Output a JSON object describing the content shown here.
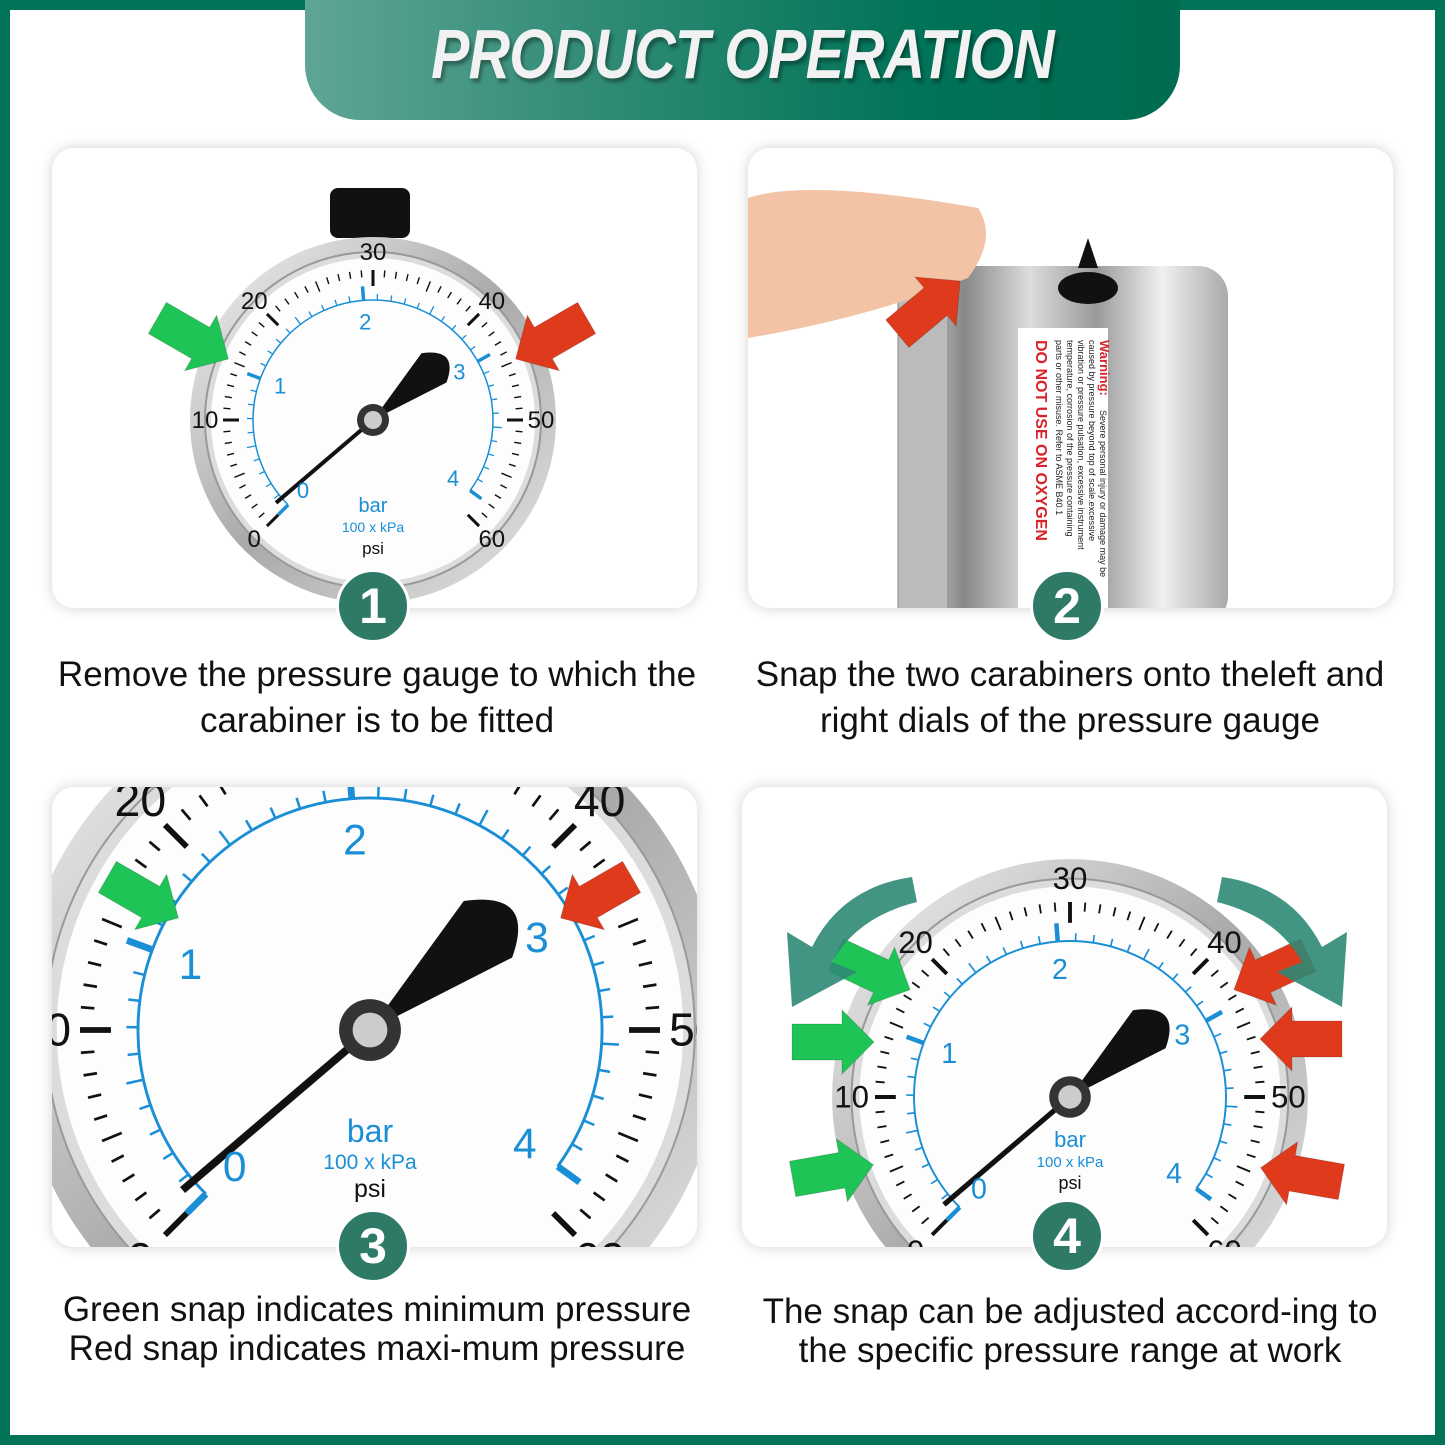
{
  "header": {
    "title": "PRODUCT OPERATION"
  },
  "colors": {
    "brand": "#007358",
    "green_snap": "#1fc456",
    "red_snap": "#e03a1c",
    "dial_blue": "#1a8fd6"
  },
  "gauge": {
    "psi_labels": [
      "0",
      "10",
      "20",
      "30",
      "40",
      "50",
      "60"
    ],
    "bar_labels": [
      "0",
      "1",
      "2",
      "3",
      "4"
    ],
    "unit_bar": "bar",
    "unit_kpa": "100 x kPa",
    "unit_psi": "psi"
  },
  "label": {
    "warning_title": "Warning:",
    "warning_lines": [
      "Severe personal injury or damage may be",
      "caused by pressure beyond top of scale.excessive",
      "vibration or pressure pulsation, excessive instrument",
      "temperature, corrosion of the pressure containing",
      "parts or other misuse. Refer to ASME B40.1"
    ],
    "oxygen": "DO NOT USE ON OXYGEN"
  },
  "steps": [
    {
      "number": "1",
      "caption": "Remove the pressure gauge to which the carabiner is to be fitted"
    },
    {
      "number": "2",
      "caption": "Snap the two carabiners onto theleft and right dials of the pressure gauge"
    },
    {
      "number": "3",
      "caption": "Green snap indicates minimum pressure Red snap indicates maxi-mum pressure"
    },
    {
      "number": "4",
      "caption": "The snap can be adjusted accord-ing to the specific pressure range at work"
    }
  ]
}
